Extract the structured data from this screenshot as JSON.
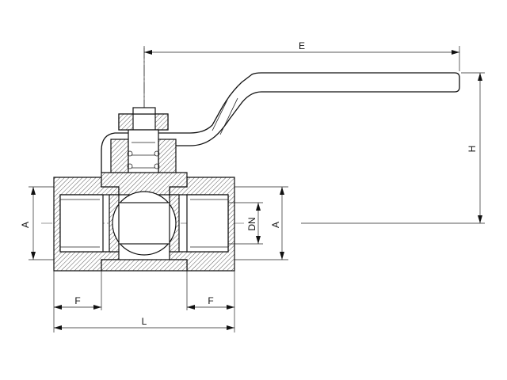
{
  "dimensions": {
    "E": "E",
    "H": "H",
    "A_left": "A",
    "A_right": "A",
    "DN": "DN",
    "F_left": "F",
    "F_right": "F",
    "L": "L"
  },
  "colors": {
    "line": "#111111",
    "background": "#ffffff"
  }
}
